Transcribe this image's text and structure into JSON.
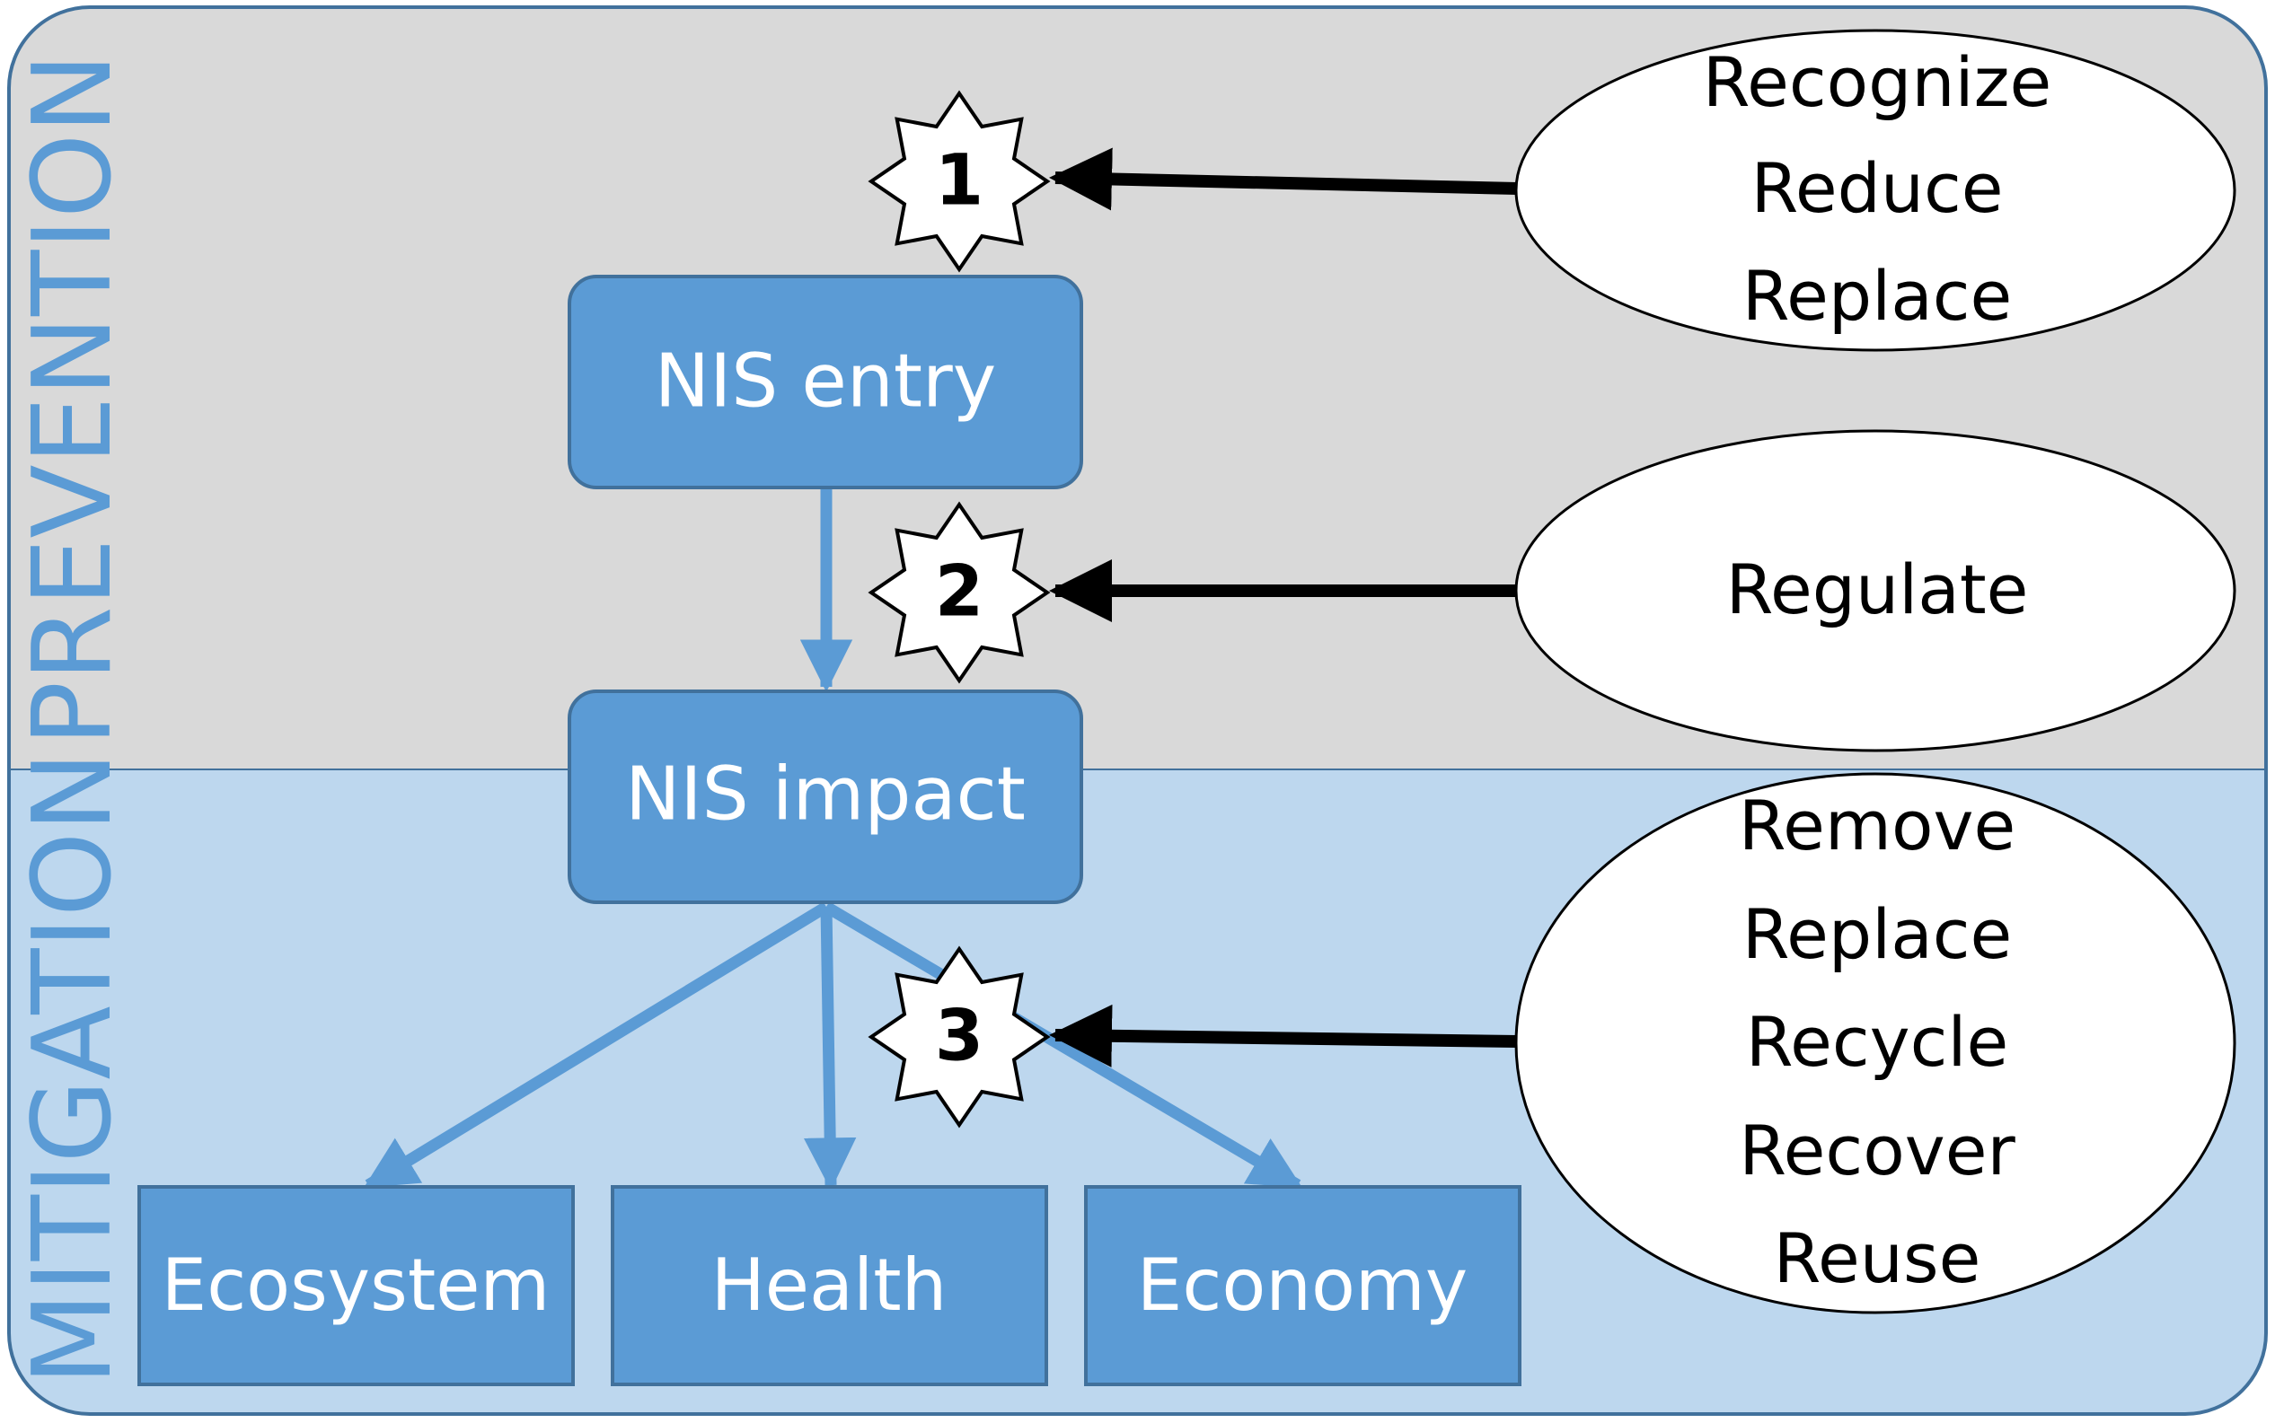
{
  "zones": {
    "prevention": "PREVENTION",
    "mitigation": "MITIGATION"
  },
  "boxes": {
    "nis_entry": "NIS entry",
    "nis_impact": "NIS impact",
    "ecosystem": "Ecosystem",
    "health": "Health",
    "economy": "Economy"
  },
  "steps": {
    "one": "1",
    "two": "2",
    "three": "3"
  },
  "actions": {
    "group1": [
      "Recognize",
      "Reduce",
      "Replace"
    ],
    "group2": [
      "Regulate"
    ],
    "group3": [
      "Remove",
      "Replace",
      "Recycle",
      "Recover",
      "Reuse"
    ]
  },
  "colors": {
    "prevention_bg": "#d9d9d9",
    "mitigation_bg": "#bdd7ee",
    "box_fill": "#5b9bd5",
    "box_stroke": "#41719c",
    "zone_label": "#5b9bd5",
    "frame_stroke": "#41719c"
  }
}
